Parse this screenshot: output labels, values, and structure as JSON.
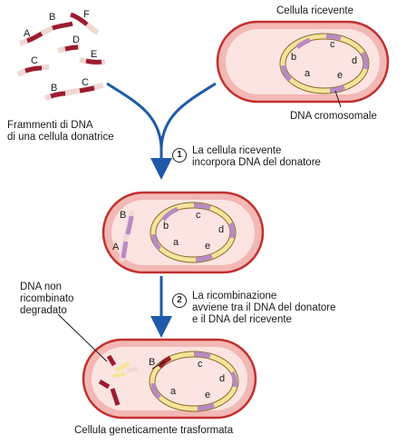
{
  "labels": {
    "recipient_cell": "Cellula ricevente",
    "donor_fragments": "Frammenti di DNA\ndi una cellula donatrice",
    "chromosomal_dna": "DNA cromosomale",
    "not_recombined": "DNA non\nricombinato\ndegradato",
    "transformed_cell": "Cellula geneticamente trasformata"
  },
  "steps": [
    {
      "number": "1",
      "text": "La cellula ricevente\nincorpora DNA del donatore"
    },
    {
      "number": "2",
      "text": "La ricombinazione\navviene tra il DNA del donatore\ne il DNA del ricevente"
    }
  ],
  "gene_labels": {
    "donor": [
      "A",
      "B",
      "F",
      "D",
      "E",
      "C",
      "B",
      "C"
    ],
    "chromosome": [
      "a",
      "b",
      "c",
      "d",
      "e"
    ],
    "taken_up": [
      "B",
      "A"
    ],
    "recombined_in": [
      "B"
    ]
  },
  "colors": {
    "cell_fill": "#f3b8b5",
    "cell_border": "#c2302f",
    "cell_inner": "#fbe4e1",
    "chromosome_yellow": "#f4e49a",
    "gene_purple": "#b88ac5",
    "donor_red": "#9c1b30",
    "arrow_blue": "#1f5aa8"
  }
}
